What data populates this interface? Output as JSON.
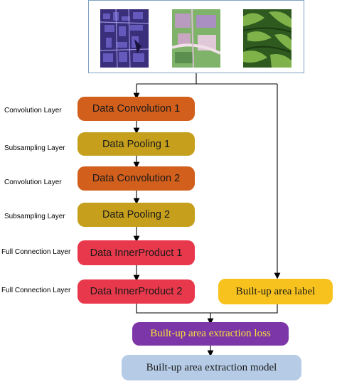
{
  "images": [
    {
      "name": "satellite-image-urban",
      "colors": [
        "#3a2f7a",
        "#5b4fb0",
        "#8a7fd6",
        "#1f1a4d"
      ]
    },
    {
      "name": "satellite-image-mixed",
      "colors": [
        "#7fb36a",
        "#c9a7c2",
        "#4f8a5a",
        "#e0d0d8"
      ]
    },
    {
      "name": "satellite-image-vegetation",
      "colors": [
        "#2f5a1f",
        "#7fb34a",
        "#1a3a12",
        "#a8c870"
      ]
    }
  ],
  "layers": [
    {
      "side_label": "Convolution Layer",
      "box_label": "Data Convolution 1",
      "kind": "conv"
    },
    {
      "side_label": "Subsampling Layer",
      "box_label": "Data Pooling 1",
      "kind": "pool"
    },
    {
      "side_label": "Convolution Layer",
      "box_label": "Data Convolution 2",
      "kind": "conv"
    },
    {
      "side_label": "Subsampling Layer",
      "box_label": "Data Pooling 2",
      "kind": "pool"
    },
    {
      "side_label": "Full Connection Layer",
      "box_label": "Data InnerProduct 1",
      "kind": "inner"
    },
    {
      "side_label": "Full Connection Layer",
      "box_label": "Data InnerProduct 2",
      "kind": "inner"
    }
  ],
  "label_box": "Built-up area label",
  "loss_box": "Built-up area extraction loss",
  "model_box": "Built-up area extraction model",
  "colors": {
    "conv": "#d25f1c",
    "pool": "#c6a01c",
    "inner": "#e8384b",
    "label": "#f7c21d",
    "loss": "#7d36a8",
    "loss_text": "#f5e13a",
    "model": "#b5cbe6"
  }
}
